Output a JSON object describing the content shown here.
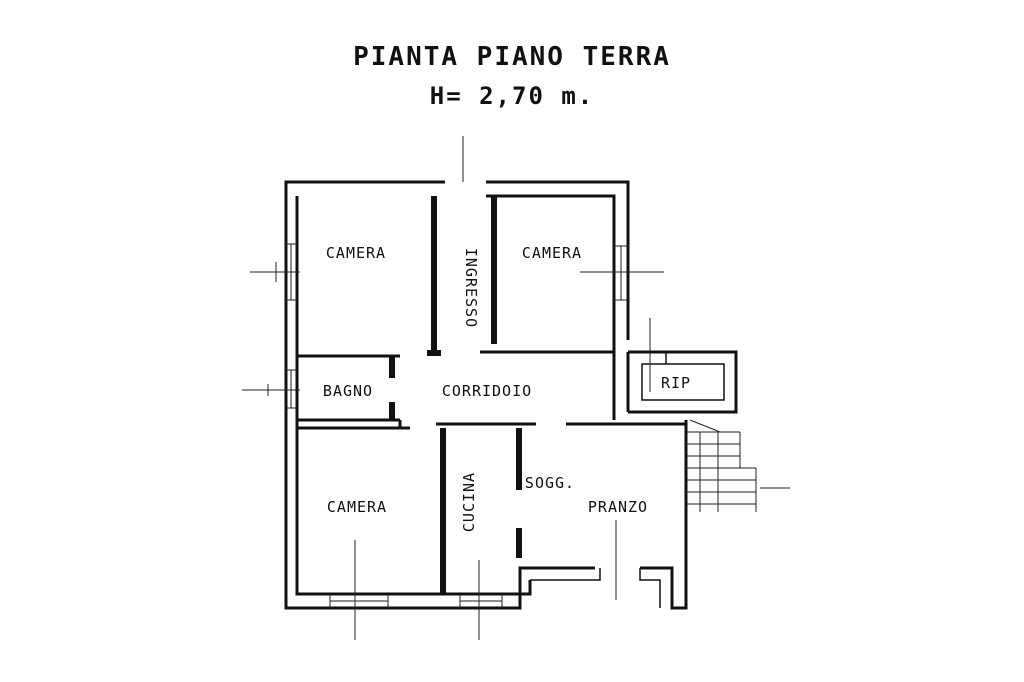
{
  "title": "PIANTA PIANO TERRA",
  "height_label": "H= 2,70 m.",
  "rooms": {
    "camera_top_left": "CAMERA",
    "camera_top_right": "CAMERA",
    "ingresso": "INGRESSO",
    "bagno": "BAGNO",
    "corridoio": "CORRIDOIO",
    "rip": "RIP",
    "camera_bottom": "CAMERA",
    "cucina": "CUCINA",
    "sogg": "SOGG.",
    "pranzo": "PRANZO"
  }
}
